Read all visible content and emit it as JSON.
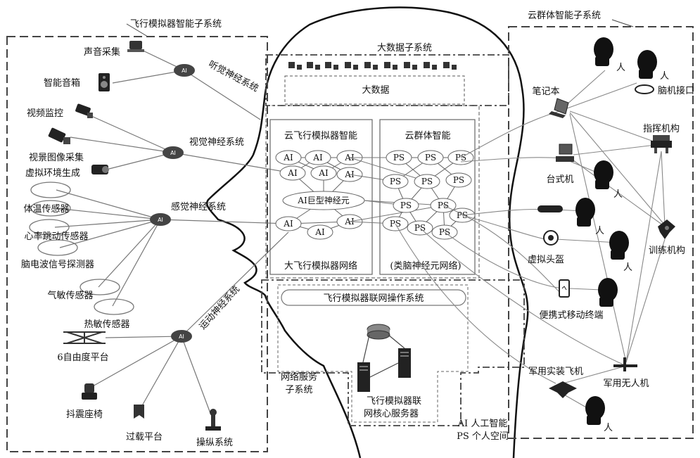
{
  "flight_subsystem": {
    "title": "飞行模拟器智能子系统",
    "hearing_nerve": "听觉神经系统",
    "visual_nerve": "视觉神经系统",
    "sensory_nerve": "感觉神经系统",
    "motor_nerve": "运动神经系统",
    "ai_hub": "AI",
    "devices": {
      "voice_capture": "声音采集",
      "smart_speaker": "智能音箱",
      "video_monitor": "视频监控",
      "scene_capture": "视景图像采集",
      "virtual_env": "虚拟环境生成",
      "body_temp": "体温传感器",
      "heart_rate": "心率跳动传感器",
      "eeg": "脑电波信号探测器",
      "gas": "气敏传感器",
      "thermal": "热敏传感器",
      "six_dof": "6自由度平台",
      "vibration_seat": "抖震座椅",
      "overload": "过载平台",
      "control": "操纵系统"
    }
  },
  "big_data": {
    "title": "大数据子系统",
    "label": "大数据"
  },
  "cloud_flight": {
    "title": "云飞行模拟器智能",
    "node_ai": "AI",
    "giant": "AI巨型神经元",
    "network": "大飞行模拟器网络"
  },
  "cloud_group": {
    "title": "云群体智能",
    "node_ps": "PS",
    "network": "(类脑神经元网络)"
  },
  "net_os": {
    "title": "飞行模拟器联网操作系统",
    "service_sub_1": "网络服务",
    "service_sub_2": "子系统",
    "core_1": "飞行模拟器联",
    "core_2": "网核心服务器"
  },
  "legend": {
    "ai": "AI 人工智能",
    "ps": "PS 个人空间"
  },
  "group_subsystem": {
    "title": "云群体智能子系统",
    "person": "人",
    "laptop": "笔记本",
    "bci": "脑机接口",
    "command": "指挥机构",
    "desktop": "台式机",
    "training": "训练机构",
    "vr_helmet": "虚拟头盔",
    "mobile": "便携式移动终端",
    "military_plane": "军用实装飞机",
    "uav": "军用无人机"
  }
}
